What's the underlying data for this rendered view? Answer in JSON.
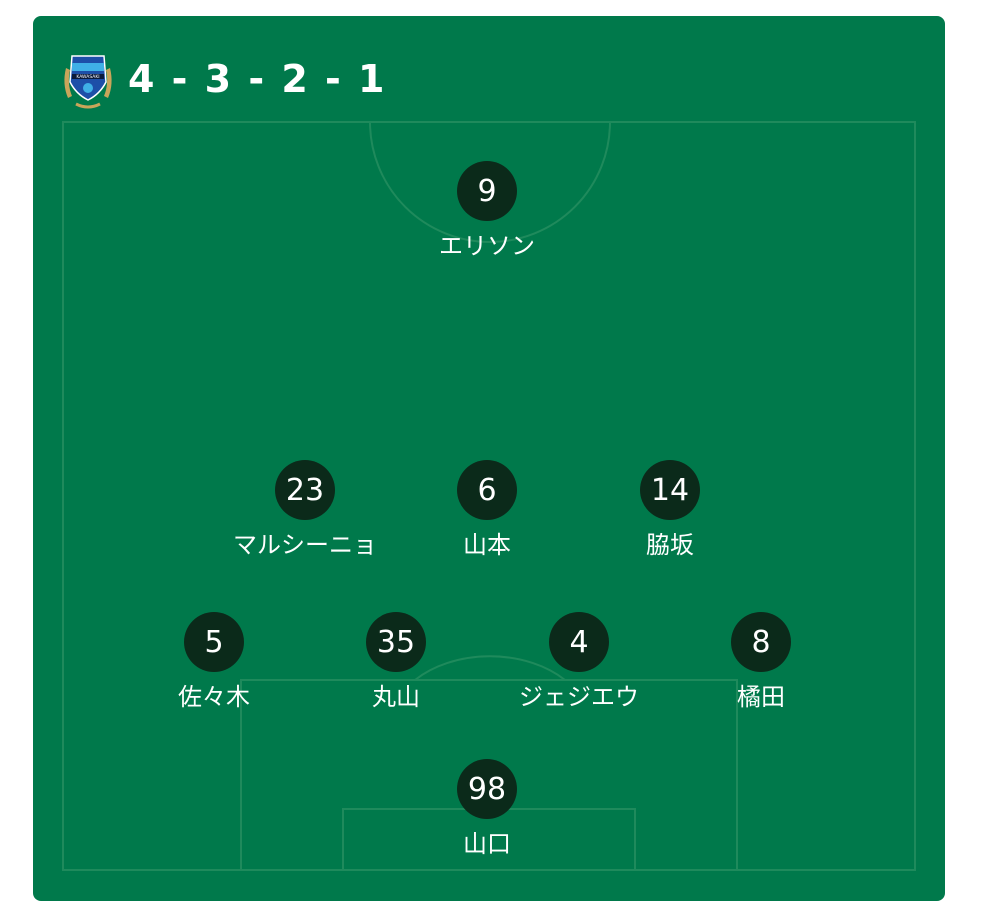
{
  "team": {
    "emblem_icon": "kawasaki-frontale-crest-icon",
    "emblem_text": "KAWASAKI",
    "formation": "4 - 3 - 2 - 1"
  },
  "colors": {
    "pitch": "#00794b",
    "pitch_line": "#1f8a5c",
    "player_circle": "#0b2a1a",
    "text": "#ffffff"
  },
  "players": [
    {
      "number": "9",
      "name": "エリソン"
    },
    {
      "number": "23",
      "name": "マルシーニョ"
    },
    {
      "number": "6",
      "name": "山本"
    },
    {
      "number": "14",
      "name": "脇坂"
    },
    {
      "number": "5",
      "name": "佐々木"
    },
    {
      "number": "35",
      "name": "丸山"
    },
    {
      "number": "4",
      "name": "ジェジエウ"
    },
    {
      "number": "8",
      "name": "橘田"
    },
    {
      "number": "98",
      "name": "山口"
    }
  ]
}
